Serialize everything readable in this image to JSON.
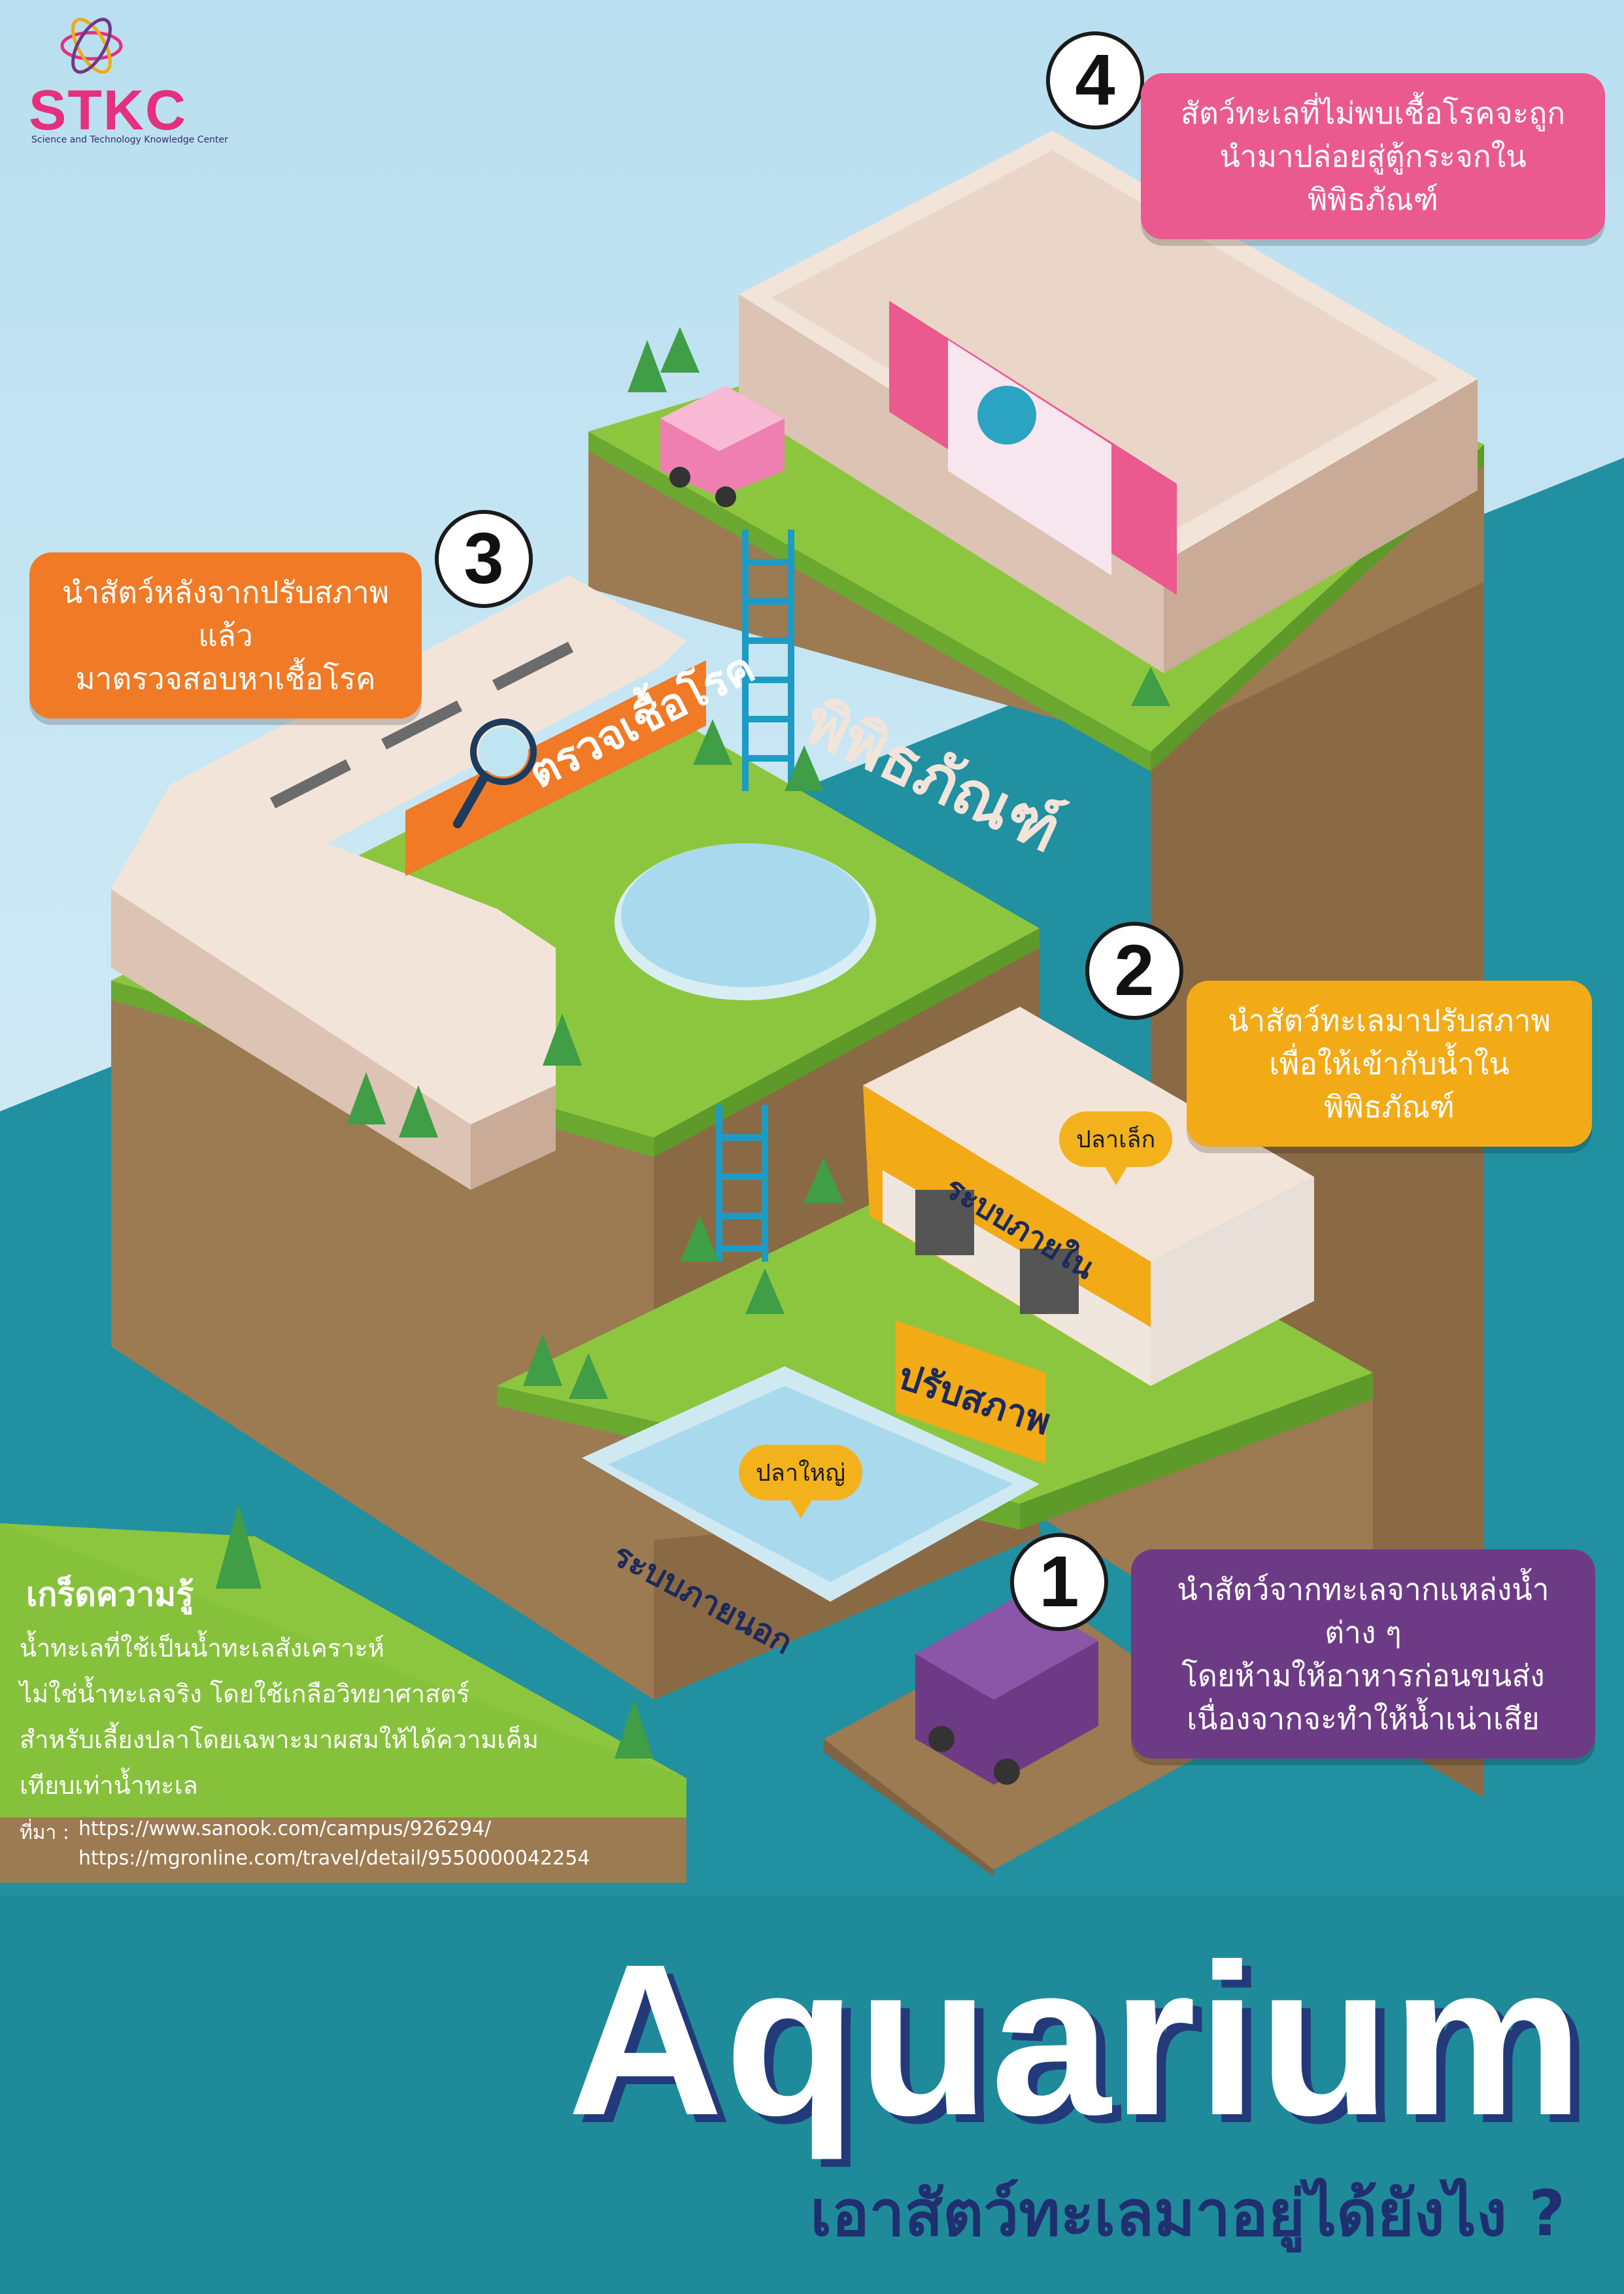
{
  "logo": {
    "name": "STKC",
    "tagline": "Science and Technology Knowledge Center"
  },
  "callouts": [
    {
      "number": "1",
      "text_lines": [
        "นำสัตว์จากทะเลจากแหล่งน้ำต่าง ๆ",
        "โดยห้ามให้อาหารก่อนขนส่ง",
        "เนื่องจากจะทำให้น้ำเน่าเสีย"
      ],
      "color": "#6d3b86"
    },
    {
      "number": "2",
      "text_lines": [
        "นำสัตว์ทะเลมาปรับสภาพ",
        "เพื่อให้เข้ากับน้ำในพิพิธภัณฑ์"
      ],
      "color": "#f2aa17"
    },
    {
      "number": "3",
      "text_lines": [
        "นำสัตว์หลังจากปรับสภาพแล้ว",
        "มาตรวจสอบหาเชื้อโรค"
      ],
      "color": "#f07a26"
    },
    {
      "number": "4",
      "text_lines": [
        "สัตว์ทะเลที่ไม่พบเชื้อโรคจะถูก",
        "นำมาปล่อยสู่ตู้กระจกในพิพิธภัณฑ์"
      ],
      "color": "#ea5a8e"
    }
  ],
  "signs": {
    "museum": "พิพิธภัณฑ์",
    "inspect": "ตรวจเชื้อโรค",
    "inner_system": "ระบบภายใน",
    "adjust": "ปรับสภาพ",
    "outer_system": "ระบบภายนอก",
    "small_fish": "ปลาเล็ก",
    "big_fish": "ปลาใหญ่"
  },
  "tip": {
    "title": "เกร็ดความรู้",
    "lines": [
      "น้ำทะเลที่ใช้เป็นน้ำทะเลสังเคราะห์",
      "ไม่ใช่น้ำทะเลจริง โดยใช้เกลือวิทยาศาสตร์",
      "สำหรับเลี้ยงปลาโดยเฉพาะมาผสมให้ได้ความเค็ม",
      "เทียบเท่าน้ำทะเล"
    ]
  },
  "sources": {
    "label": "ที่มา :",
    "urls": [
      "https://www.sanook.com/campus/926294/",
      "https://mgronline.com/travel/detail/9550000042254"
    ]
  },
  "title": "Aquarium",
  "subtitle": "เอาสัตว์ทะเลมาอยู่ได้ยังไง ?",
  "colors": {
    "sky": "#cfe9f3",
    "sea": "#2190a0",
    "grass": "#8cc63f",
    "soil": "#9c7a52",
    "purple": "#6d3b86",
    "orange": "#f07a26",
    "yellow": "#f2aa17",
    "pink": "#ea5a8e"
  }
}
